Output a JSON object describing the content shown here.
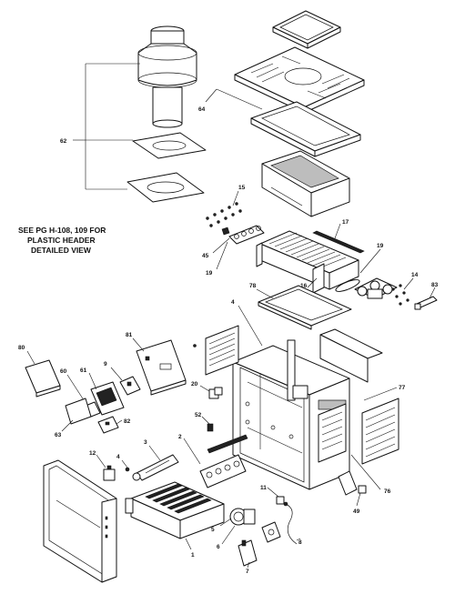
{
  "note": {
    "lines": [
      "SEE PG H-108, 109 FOR",
      "PLASTIC HEADER",
      "DETAILED VIEW"
    ]
  },
  "labels": {
    "l62": "62",
    "l64": "64",
    "l15": "15",
    "l17": "17",
    "l45": "45",
    "l19a": "19",
    "l19b": "19",
    "l78": "78",
    "l16": "16",
    "l14": "14",
    "l83": "83",
    "l4": "4",
    "l80": "80",
    "l81": "81",
    "l9": "9",
    "l60": "60",
    "l61": "61",
    "l20": "20",
    "l77": "77",
    "l82": "82",
    "l63": "63",
    "l52": "52",
    "l3": "3",
    "l2": "2",
    "l12": "12",
    "l4b": "4",
    "l11": "11",
    "l76": "76",
    "l49": "49",
    "l5": "5",
    "l6a": "6",
    "l7": "7",
    "l8": "8",
    "l1": "1"
  }
}
